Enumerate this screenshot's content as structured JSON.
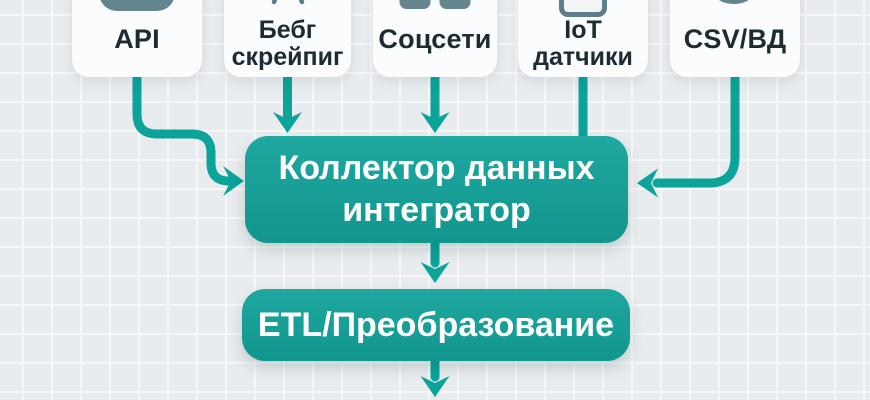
{
  "diagram": {
    "sources": [
      {
        "id": "api",
        "icon": "api-pill-icon",
        "pill_text": "API",
        "lines": [
          "API"
        ]
      },
      {
        "id": "scraping",
        "icon": "spider-icon",
        "lines": [
          "Бебг",
          "скрейпиг"
        ]
      },
      {
        "id": "social",
        "icon": "chat-squares-icon",
        "lines": [
          "Соцсети"
        ]
      },
      {
        "id": "iot",
        "icon": "device-icon",
        "lines": [
          "IoT",
          "датчики"
        ]
      },
      {
        "id": "csv",
        "icon": "database-icon",
        "lines": [
          "CSV/ВД"
        ]
      }
    ],
    "collector": {
      "line1": "Коллектор данных",
      "line2": "интегратор"
    },
    "etl": {
      "label": "ETL/Преобразование"
    },
    "colors": {
      "background": "#e9ecef",
      "grid_line": "#f5f7f9",
      "teal_box": "#15a099",
      "arrow": "#0ba39a",
      "card_background": "#fbfcfd",
      "icon_slate": "#64848e",
      "label_text": "#1d2b32",
      "box_text": "#ffffff"
    }
  }
}
